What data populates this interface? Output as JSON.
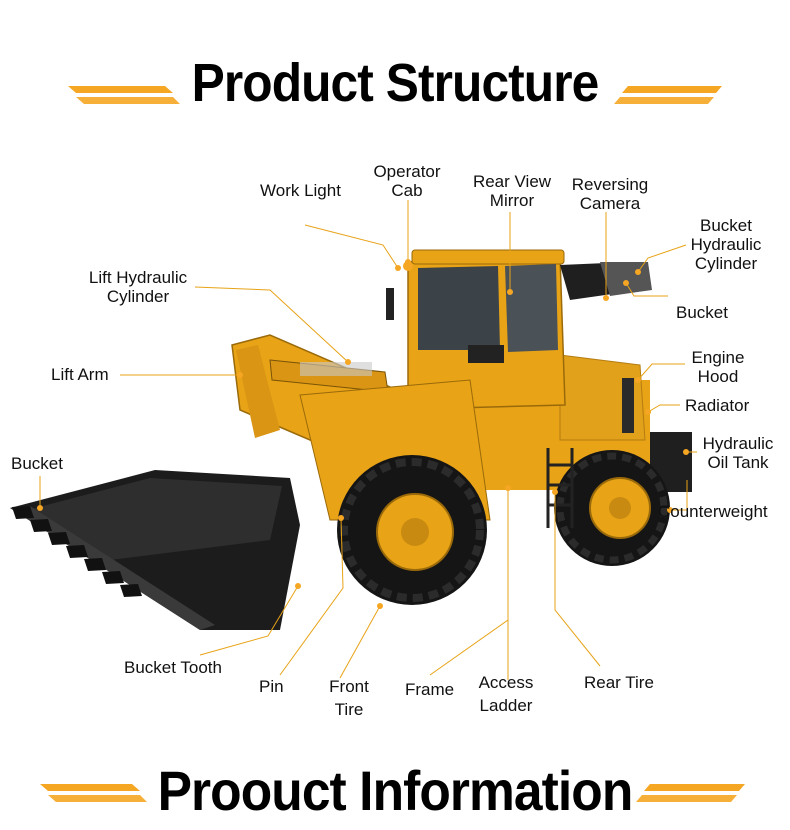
{
  "title": "Product Structure",
  "footer_title": "Proouct Information",
  "colors": {
    "accent": "#F5A623",
    "machine_yellow": "#E8A317",
    "dark": "#1a1a1a",
    "leader": "#E8A317"
  },
  "labels": {
    "work_light": "Work Light",
    "operator_cab_1": "Operator",
    "operator_cab_2": "Cab",
    "rear_view_mirror_1": "Rear View",
    "rear_view_mirror_2": "Mirror",
    "reversing_camera_1": "Reversing",
    "reversing_camera_2": "Camera",
    "bucket_hyd_1": "Bucket",
    "bucket_hyd_2": "Hydraulic",
    "bucket_hyd_3": "Cylinder",
    "bucket_right": "Bucket",
    "lift_hyd_1": "Lift Hydraulic",
    "lift_hyd_2": "Cylinder",
    "lift_arm": "Lift Arm",
    "engine_hood_1": "Engine",
    "engine_hood_2": "Hood",
    "radiator": "Radiator",
    "hyd_oil_1": "Hydraulic",
    "hyd_oil_2": "Oil Tank",
    "bucket_left": "Bucket",
    "counterweight": "Counterweight",
    "bucket_tooth": "Bucket Tooth",
    "pin": "Pin",
    "front_tire_1": "Front",
    "front_tire_2": "Tire",
    "frame": "Frame",
    "access_ladder_1": "Access",
    "access_ladder_2": "Ladder",
    "rear_tire": "Rear Tire"
  }
}
